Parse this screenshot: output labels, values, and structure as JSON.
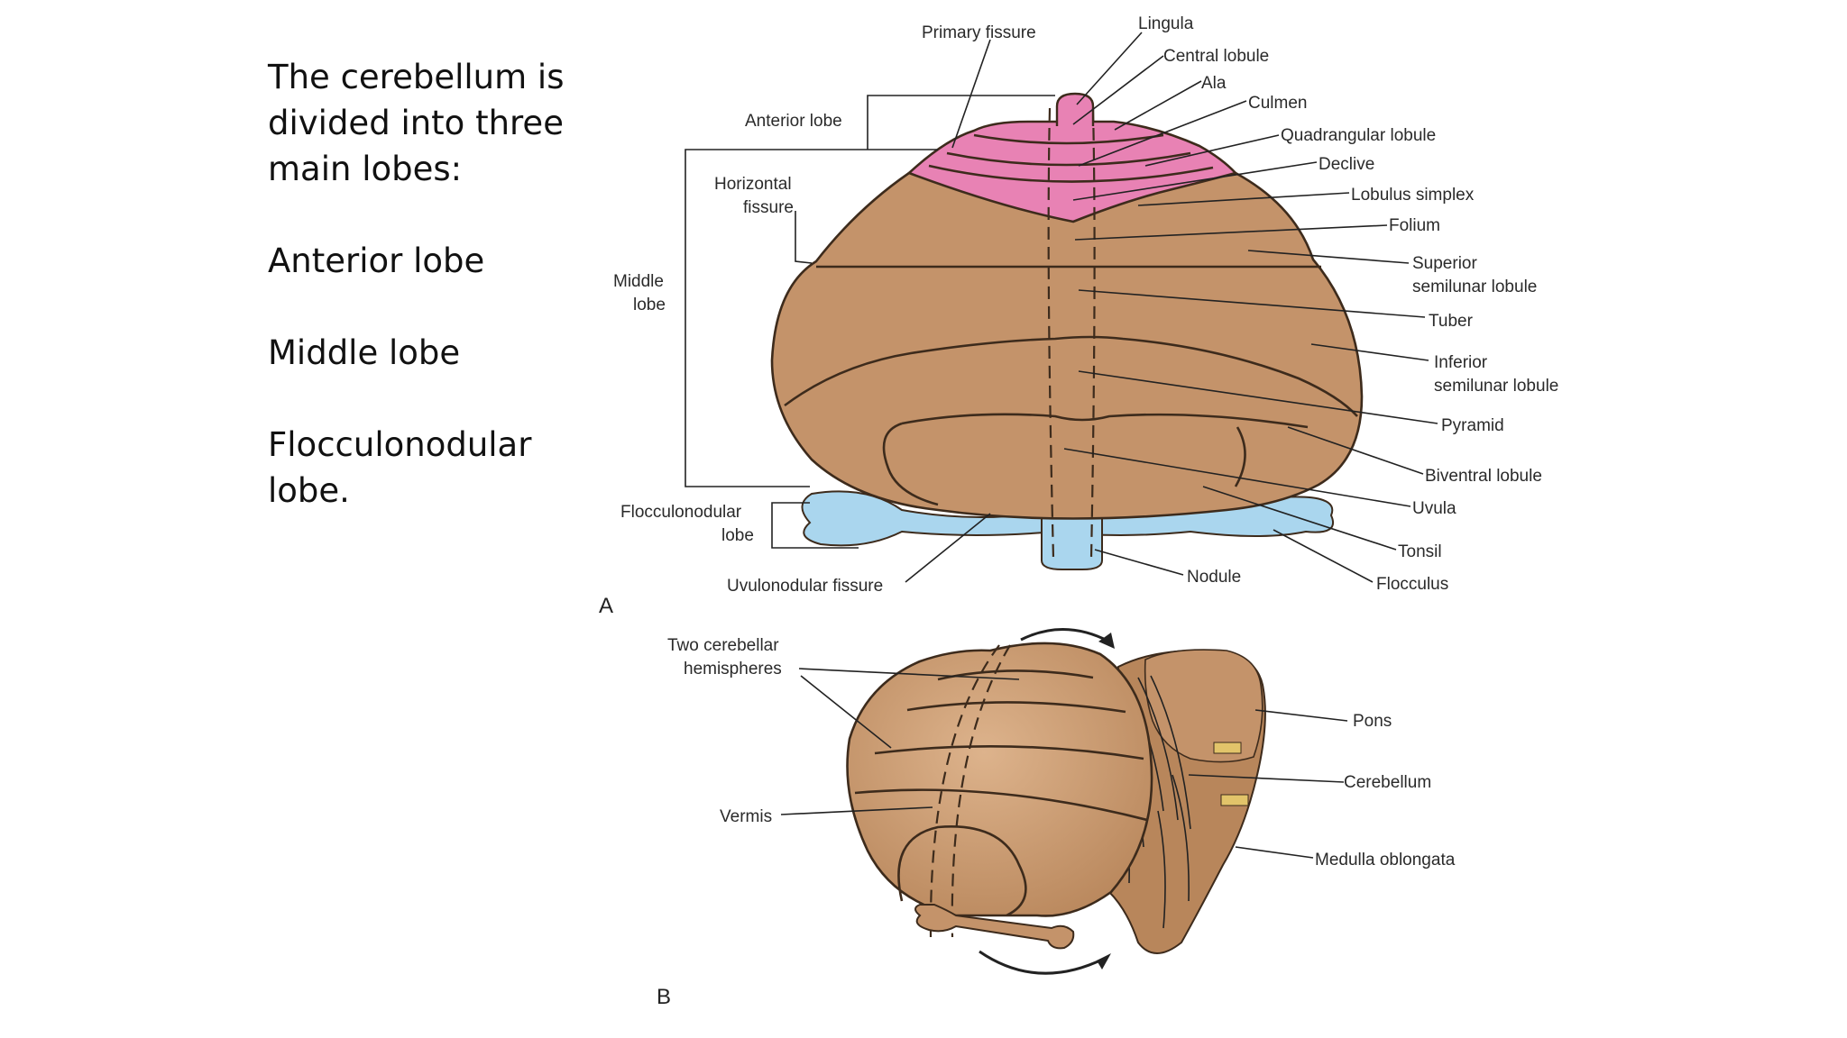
{
  "slide": {
    "intro": "The cerebellum is divided into three main lobes:",
    "lobes": [
      "Anterior lobe",
      "Middle lobe",
      "Flocculonodular lobe."
    ]
  },
  "diagram_a": {
    "letter": "A",
    "labels": {
      "primary_fissure": "Primary fissure",
      "lingula": "Lingula",
      "central_lobule": "Central lobule",
      "ala": "Ala",
      "culmen": "Culmen",
      "quadrangular_lobule": "Quadrangular lobule",
      "declive": "Declive",
      "lobulus_simplex": "Lobulus simplex",
      "folium": "Folium",
      "superior_semilunar_1": "Superior",
      "superior_semilunar_2": "semilunar lobule",
      "tuber": "Tuber",
      "inferior_semilunar_1": "Inferior",
      "inferior_semilunar_2": "semilunar lobule",
      "pyramid": "Pyramid",
      "biventral_lobule": "Biventral lobule",
      "uvula": "Uvula",
      "tonsil": "Tonsil",
      "flocculus": "Flocculus",
      "nodule": "Nodule",
      "uvulonodular_fissure": "Uvulonodular fissure",
      "anterior_lobe": "Anterior lobe",
      "horizontal_fissure_1": "Horizontal",
      "horizontal_fissure_2": "fissure",
      "middle_lobe_1": "Middle",
      "middle_lobe_2": "lobe",
      "flocculonodular_1": "Flocculonodular",
      "flocculonodular_2": "lobe"
    }
  },
  "diagram_b": {
    "letter": "B",
    "labels": {
      "two_hemispheres_1": "Two cerebellar",
      "two_hemispheres_2": "hemispheres",
      "vermis": "Vermis",
      "pons": "Pons",
      "cerebellum": "Cerebellum",
      "medulla": "Medulla oblongata"
    }
  },
  "colors": {
    "anterior_lobe": "#e882b4",
    "middle_lobe": "#c4936a",
    "flocculonodular_lobe": "#aad6ee",
    "outline": "#3d2b1c"
  }
}
